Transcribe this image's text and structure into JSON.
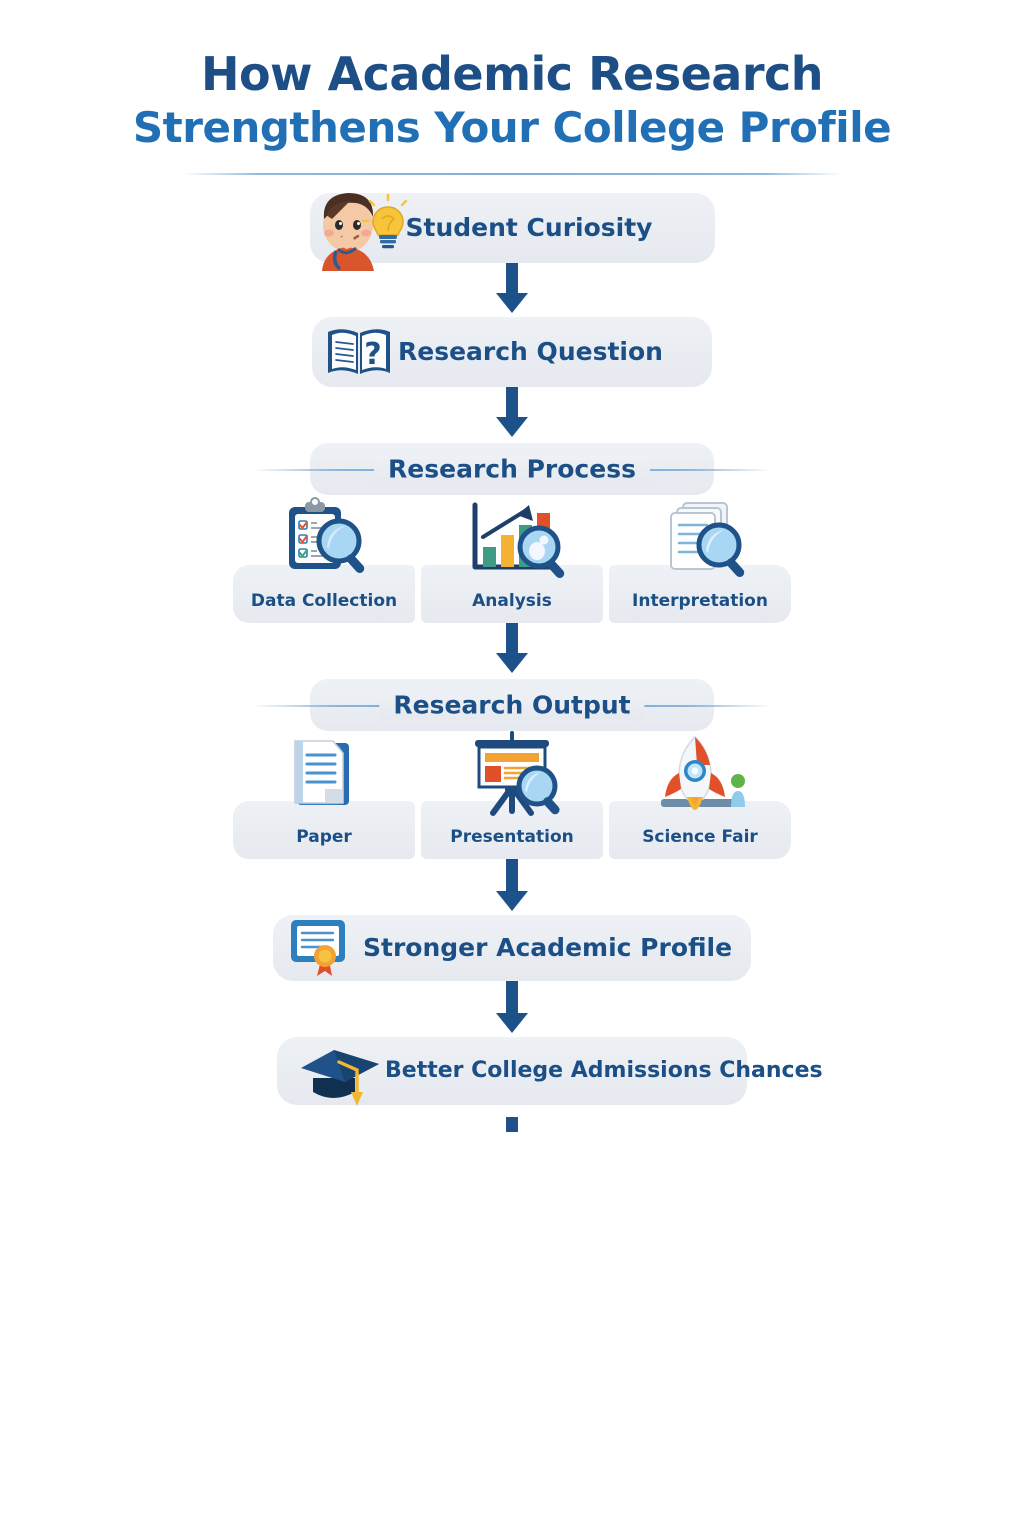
{
  "title": {
    "line1": "How Academic Research",
    "line2": "Strengthens Your College Profile"
  },
  "colors": {
    "title_dark": "#1d4f86",
    "title_light": "#2170b5",
    "label_navy": "#1b4f86",
    "arrow_navy": "#1c5189",
    "card_bg": "#eef1f5",
    "rule_blue": "#8db6dc",
    "accent_orange": "#e8552a",
    "accent_gold": "#f5b731"
  },
  "flow": {
    "curiosity": {
      "label": "Student Curiosity",
      "icon": "thinking-student-icon",
      "icon2": "lightbulb-icon"
    },
    "question": {
      "label": "Research Question",
      "icon": "open-book-question-icon"
    },
    "process_section": {
      "title": "Research Process"
    },
    "process_cards": [
      {
        "label": "Data Collection",
        "icon": "clipboard-checklist-magnifier-icon"
      },
      {
        "label": "Analysis",
        "icon": "bar-chart-magnifier-icon"
      },
      {
        "label": "Interpretation",
        "icon": "documents-magnifier-icon"
      }
    ],
    "output_section": {
      "title": "Research Output"
    },
    "output_cards": [
      {
        "label": "Paper",
        "icon": "stacked-paper-icon"
      },
      {
        "label": "Presentation",
        "icon": "presentation-board-magnifier-icon"
      },
      {
        "label": "Science Fair",
        "icon": "rocket-icon"
      }
    ],
    "profile": {
      "label": "Stronger Academic Profile",
      "icon": "certificate-award-icon"
    },
    "admissions": {
      "label": "Better College Admissions Chances",
      "icon": "graduation-cap-icon"
    }
  }
}
